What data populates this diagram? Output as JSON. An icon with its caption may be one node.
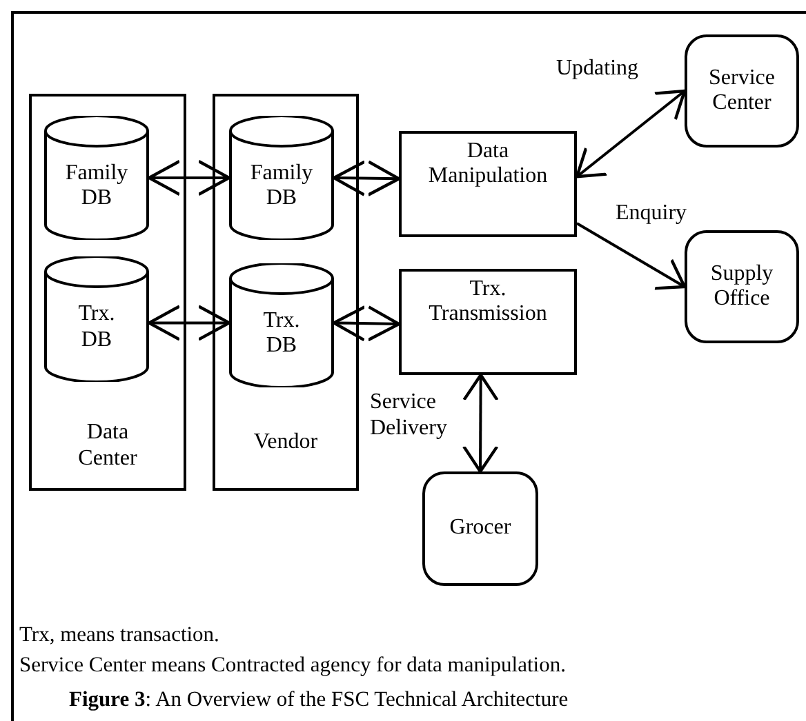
{
  "diagram": {
    "caption": "**Figure 3**: An Overview of the FSC Technical Architecture",
    "nodes": [
      {
        "text": [
          "Data Center"
        ]
      },
      {
        "text": [
          "Family DB"
        ],
        "in": 0
      },
      {
        "text": [
          "Trx. DB"
        ],
        "in": 0
      },
      {
        "text": [
          "Vendor"
        ]
      },
      {
        "text": [
          "Family DB"
        ],
        "in": 3
      },
      {
        "text": [
          "Trx. DB"
        ],
        "in": 3
      },
      {
        "text": [
          "Data Manipulation"
        ]
      },
      {
        "text": [
          "Trx. Transmission"
        ]
      },
      {
        "text": [
          "Service Center"
        ]
      },
      {
        "text": [
          "Supply Office"
        ]
      },
      {
        "text": [
          "Grocer"
        ]
      }
    ],
    "edges": [
      {
        "from": 1,
        "to": 4,
        "arrow": "both"
      },
      {
        "from": 2,
        "to": 5,
        "arrow": "both"
      },
      {
        "from": 4,
        "to": 6,
        "arrow": "both"
      },
      {
        "from": 5,
        "to": 7,
        "arrow": "both"
      },
      {
        "from": 6,
        "to": 8,
        "arrow": "both",
        "label": "Updating"
      },
      {
        "from": 6,
        "to": 9,
        "arrow": "to",
        "label": "Enquiry"
      },
      {
        "from": 7,
        "to": 10,
        "arrow": "both",
        "label": "Service Delivery"
      }
    ],
    "labels": [
      "Trx, means transaction.",
      "Service Center means Contracted agency for data manipulation."
    ]
  }
}
